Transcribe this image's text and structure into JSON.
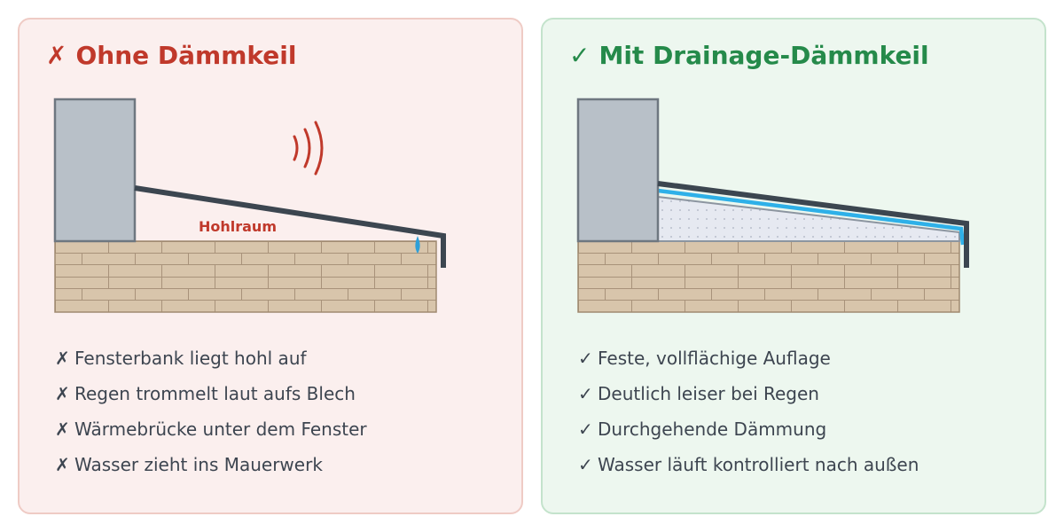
{
  "left": {
    "mark": "✗",
    "title": "Ohne Dämmkeil",
    "cavity_label": "Hohlraum",
    "items": [
      "Fensterbank liegt hohl auf",
      "Regen trommelt laut aufs Blech",
      "Wärmebrücke unter dem Fenster",
      "Wasser zieht ins Mauerwerk"
    ]
  },
  "right": {
    "mark": "✓",
    "title": "Mit Drainage-Dämmkeil",
    "items": [
      "Feste, vollflächige Auflage",
      "Deutlich leiser bei Regen",
      "Durchgehende Dämmung",
      "Wasser läuft kontrolliert nach außen"
    ]
  },
  "colors": {
    "bad": "#c0392b",
    "good": "#258a4a",
    "frame": "#b8c0c8",
    "sill": "#3c4650",
    "brick": "#d8c5ab",
    "water": "#2e9fd8"
  },
  "icons": {
    "sound": "sound-waves-icon",
    "drop": "water-drop-icon",
    "cross": "cross-mark",
    "check": "check-mark"
  }
}
